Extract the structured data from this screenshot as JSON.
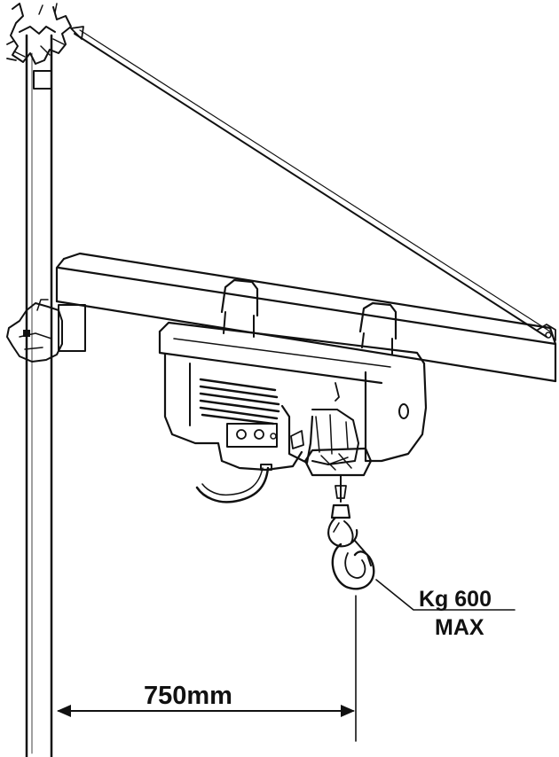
{
  "diagram": {
    "dimension_label": "750mm",
    "load_label_line1": "Kg 600",
    "load_label_line2": "MAX"
  },
  "colors": {
    "ink": "#111111",
    "paper": "#ffffff"
  }
}
